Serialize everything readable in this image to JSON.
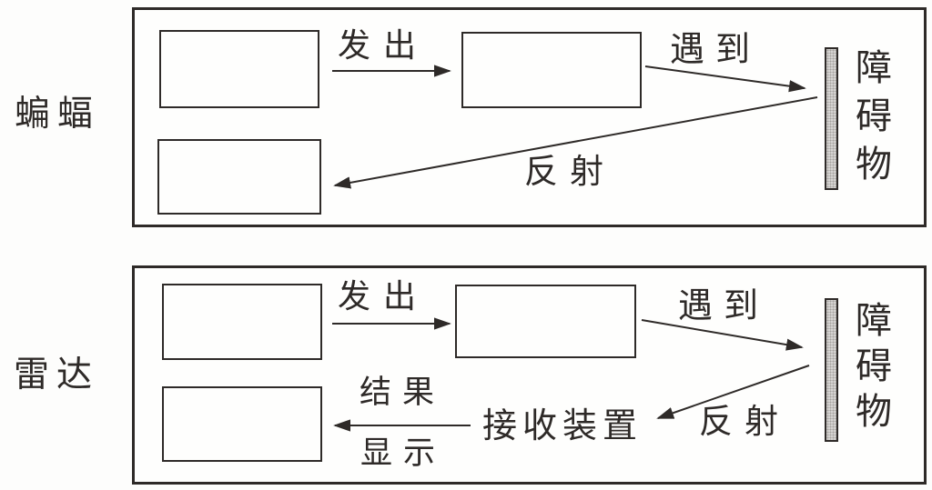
{
  "colors": {
    "ink": "#2e2a28",
    "obstacle_fill": "#d6d4d2",
    "background": "#fdfdfc"
  },
  "sections": [
    {
      "id": "bat",
      "side_label": "蝙蝠",
      "emit": "发出",
      "encounter": "遇到",
      "obstacle": "障碍物",
      "reflect": "反射",
      "blank_box_count": 3
    },
    {
      "id": "radar",
      "side_label": "雷达",
      "emit": "发出",
      "encounter": "遇到",
      "obstacle": "障碍物",
      "reflect": "反射",
      "receiver": "接收装置",
      "result": "结果",
      "display": "显示",
      "blank_box_count": 3
    }
  ]
}
